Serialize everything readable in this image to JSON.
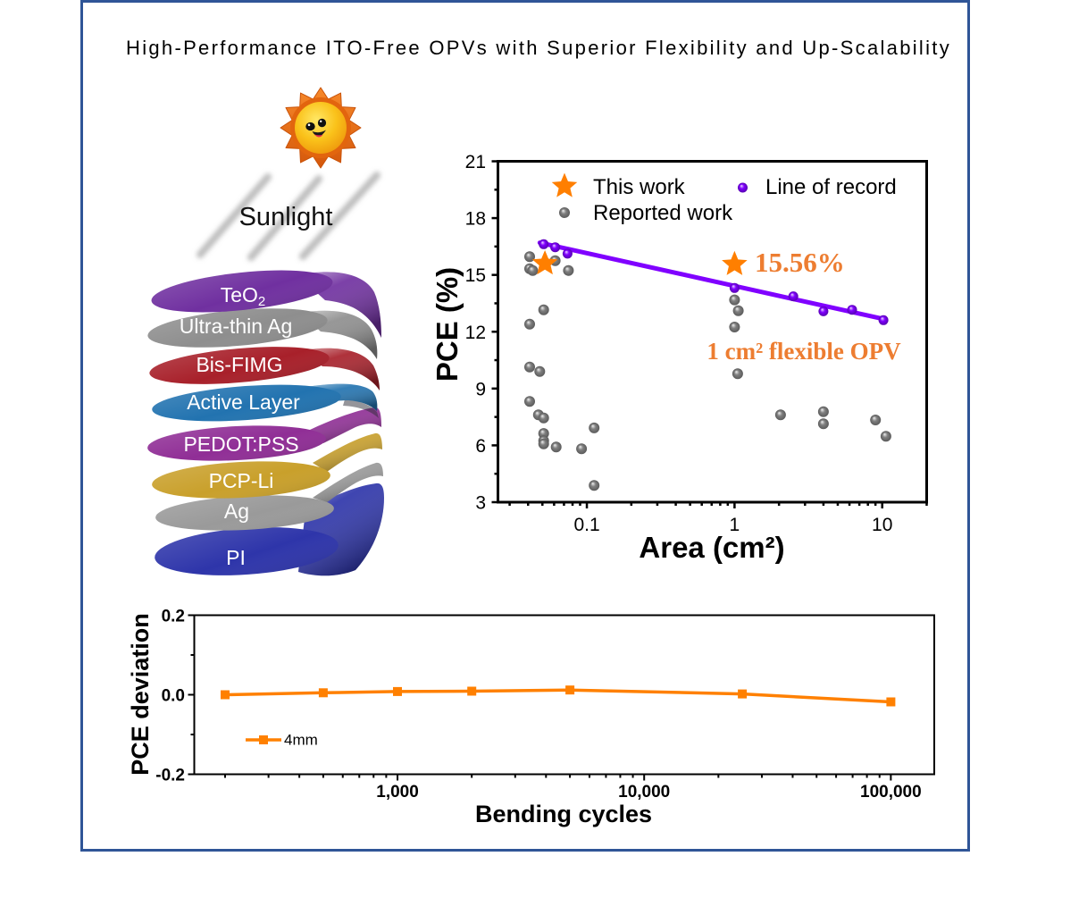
{
  "figure": {
    "title": "High-Performance ITO-Free OPVs with Superior Flexibility and Up-Scalability",
    "frame_color": "#2F5597"
  },
  "illustration": {
    "sun_icon": "smiling-sun-icon",
    "sunlight_label": "Sunlight",
    "layers": [
      {
        "label": "TeO",
        "subscript": "2",
        "color": "#7030A0"
      },
      {
        "label": "Ultra-thin Ag",
        "color": "#8E8E8E"
      },
      {
        "label": "Bis-FIMG",
        "color": "#A8202A"
      },
      {
        "label": "Active Layer",
        "color": "#2273B0"
      },
      {
        "label": "PEDOT:PSS",
        "color": "#902E96"
      },
      {
        "label": "PCP-Li",
        "color": "#C9A02B"
      },
      {
        "label": "Ag",
        "color": "#9A9A9A"
      },
      {
        "label": "PI",
        "color": "#2E35AA"
      }
    ]
  },
  "chart_data": [
    {
      "id": "pce-vs-area",
      "type": "scatter",
      "title": "",
      "xlabel": "Area (cm²)",
      "ylabel": "PCE (%)",
      "xscale": "log",
      "xlim": [
        0.025,
        20
      ],
      "ylim": [
        3,
        21
      ],
      "xticks": [
        0.1,
        1,
        10
      ],
      "xtick_labels": [
        "0.1",
        "1",
        "10"
      ],
      "yticks": [
        3,
        6,
        9,
        12,
        15,
        18,
        21
      ],
      "ytick_labels": [
        "3",
        "6",
        "9",
        "12",
        "15",
        "18",
        "21"
      ],
      "grid": false,
      "legend": {
        "position": "top",
        "entries": [
          "This work",
          "Line of record",
          "Reported work"
        ]
      },
      "series": [
        {
          "name": "This work",
          "marker": "star",
          "color": "#FF7F00",
          "x": [
            0.052,
            1.0
          ],
          "y": [
            15.6,
            15.56
          ]
        },
        {
          "name": "Line of record",
          "marker": "sphere",
          "color": "#8000FF",
          "x": [
            0.051,
            0.061,
            0.074,
            1.0,
            2.5,
            4.0,
            6.25,
            10.2
          ],
          "y": [
            16.62,
            16.46,
            16.12,
            14.31,
            13.87,
            13.08,
            13.16,
            12.61
          ],
          "fit": {
            "x": [
              0.048,
              10.5
            ],
            "y": [
              16.7,
              12.65
            ]
          }
        },
        {
          "name": "Reported work",
          "marker": "sphere",
          "color": "#808080",
          "x": [
            0.041,
            0.041,
            0.043,
            0.061,
            0.075,
            0.051,
            0.041,
            0.041,
            0.048,
            0.041,
            0.047,
            0.051,
            0.051,
            0.051,
            0.051,
            0.062,
            0.092,
            0.112,
            0.112,
            1.0,
            1.06,
            1.0,
            1.05,
            2.05,
            4.0,
            4.0,
            9.0,
            10.6
          ],
          "y": [
            15.96,
            15.33,
            15.23,
            15.75,
            15.23,
            13.16,
            12.4,
            10.14,
            9.9,
            8.32,
            7.61,
            7.45,
            6.63,
            6.24,
            6.08,
            5.91,
            5.82,
            6.92,
            3.88,
            13.68,
            13.11,
            12.25,
            9.78,
            7.61,
            7.78,
            7.14,
            7.34,
            6.48
          ]
        }
      ],
      "annotations": [
        {
          "text": "15.56%",
          "color": "#ED7D31",
          "anchor": {
            "x": 1.0,
            "y": 15.56
          }
        },
        {
          "text": "1 cm² flexible OPV",
          "color": "#ED7D31"
        }
      ]
    },
    {
      "id": "pce-deviation-vs-bending-cycles",
      "type": "line",
      "title": "",
      "xlabel": "Bending cycles",
      "ylabel": "PCE deviation",
      "xscale": "log",
      "xlim": [
        150,
        150000
      ],
      "ylim": [
        -0.2,
        0.2
      ],
      "xticks": [
        1000,
        10000,
        100000
      ],
      "xtick_labels": [
        "1,000",
        "10,000",
        "100,000"
      ],
      "yticks": [
        -0.2,
        0.0,
        0.2
      ],
      "ytick_labels": [
        "-0.2",
        "0.0",
        "0.2"
      ],
      "grid": false,
      "legend": {
        "position": "bottom-left",
        "entries": [
          "4mm"
        ]
      },
      "series": [
        {
          "name": "4mm",
          "marker": "square",
          "color": "#FF8000",
          "x": [
            200,
            500,
            1000,
            2000,
            5000,
            25000,
            100000
          ],
          "y": [
            0.0,
            0.005,
            0.008,
            0.009,
            0.012,
            0.002,
            -0.018
          ]
        }
      ]
    }
  ]
}
